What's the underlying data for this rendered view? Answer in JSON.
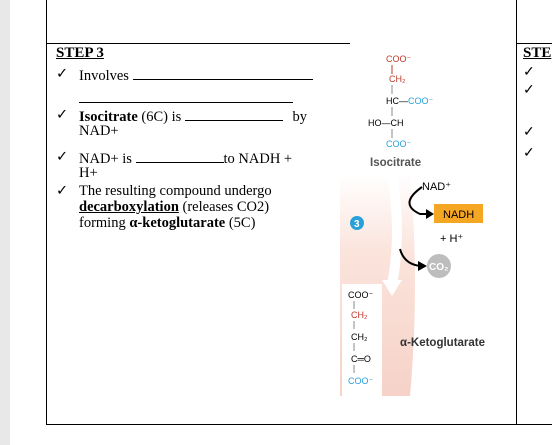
{
  "step": {
    "title": "STEP 3",
    "items": [
      {
        "pre": "Involves",
        "post": ""
      },
      {
        "pre": "Isocitrate",
        "mid": " (6C) is ",
        "post": " by",
        "line2": "NAD+"
      },
      {
        "pre": "NAD+ is ",
        "post": "to NADH +",
        "line2": "H+"
      },
      {
        "line1": "The resulting compound undergo",
        "bold": "decarboxylation",
        "line2rest": " (releases CO2)",
        "line3a": "forming ",
        "line3b": "α-ketoglutarate",
        "line3c": " (5C)"
      }
    ]
  },
  "right_column": {
    "title": "STE",
    "check": "✓"
  },
  "check_mark": "✓",
  "figure": {
    "isocitrate_label": "Isocitrate",
    "nad": "NAD⁺",
    "nadh": "NADH",
    "h": "+ H⁺",
    "co2": "CO₂",
    "step_num": "3",
    "akg_label": "α-Ketoglutarate",
    "coo": "COO⁻",
    "ch2": "CH₂",
    "hc_coo": "HC—COO⁻",
    "ho_ch": "HO—CH",
    "c_o": "C═O",
    "colors": {
      "orange": "#f5a623",
      "blue": "#2aa0d8",
      "red": "#c0392b",
      "salmon": "#f6d2c8"
    }
  }
}
